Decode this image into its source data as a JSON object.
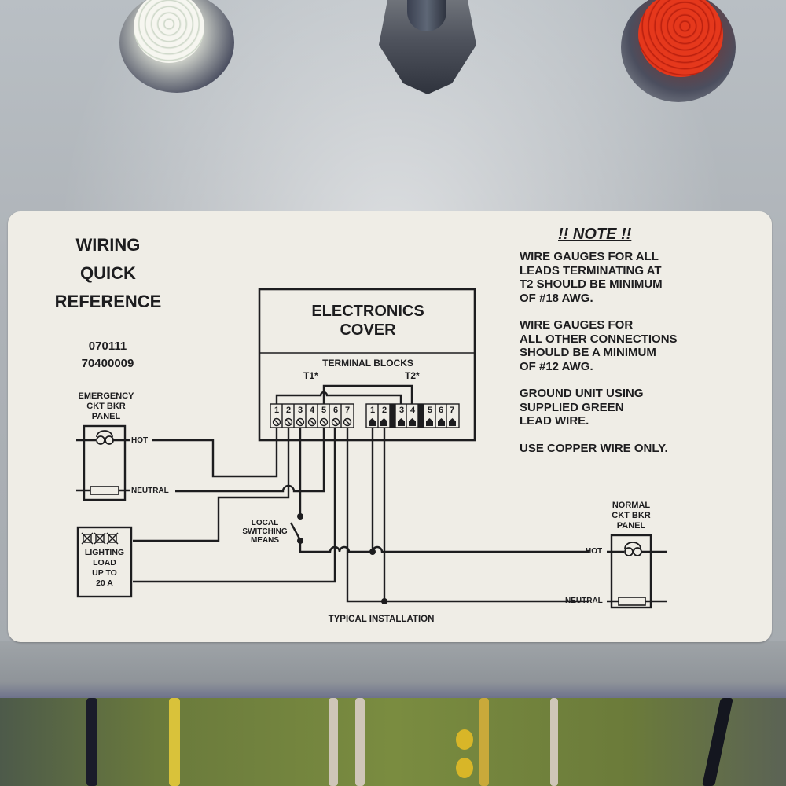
{
  "scene": {
    "indicators": [
      {
        "name": "white-indicator-lamp",
        "color": "#f2f2ea"
      },
      {
        "name": "toggle-knob",
        "color": "#3a4050"
      },
      {
        "name": "red-indicator-lamp",
        "color": "#e5381c"
      }
    ]
  },
  "label": {
    "title_lines": [
      "WIRING",
      "QUICK",
      "REFERENCE"
    ],
    "codes": [
      "070111",
      "70400009"
    ],
    "note": {
      "title": "!! NOTE !!",
      "blocks": [
        [
          "WIRE  GAUGES FOR ALL",
          "LEADS TERMINATING AT",
          "T2 SHOULD BE MINIMUM",
          "OF #18 AWG."
        ],
        [
          "WIRE GAUGES FOR",
          "ALL OTHER CONNECTIONS",
          "SHOULD BE A MINIMUM",
          "OF #12 AWG."
        ],
        [
          "GROUND UNIT USING",
          "SUPPLIED GREEN",
          "LEAD WIRE."
        ],
        [
          "USE COPPER WIRE ONLY."
        ]
      ]
    },
    "electronics_cover": {
      "title_lines": [
        "ELECTRONICS",
        "COVER"
      ],
      "terminal_blocks_label": "TERMINAL BLOCKS",
      "t1_label": "T1*",
      "t2_label": "T2*",
      "t1_terminals": [
        "1",
        "2",
        "3",
        "4",
        "5",
        "6",
        "7"
      ],
      "t2_terminals": [
        "1",
        "2",
        "3",
        "4",
        "5",
        "6",
        "7"
      ]
    },
    "emergency_panel": {
      "title_lines": [
        "EMERGENCY",
        "CKT BKR",
        "PANEL"
      ],
      "hot_label": "HOT",
      "neutral_label": "NEUTRAL"
    },
    "normal_panel": {
      "title_lines": [
        "NORMAL",
        "CKT BKR",
        "PANEL"
      ],
      "hot_label": "HOT",
      "neutral_label": "NEUTRAL"
    },
    "lighting_load": {
      "lines": [
        "LIGHTING",
        "LOAD",
        "UP TO",
        "20 A"
      ]
    },
    "local_switch": {
      "lines": [
        "LOCAL",
        "SWITCHING",
        "MEANS"
      ]
    },
    "caption": "TYPICAL INSTALLATION"
  },
  "colors": {
    "label_bg": "#efede6",
    "ink": "#1d1d1f",
    "metal": "#b2b7bc",
    "lamp_red": "#e5381c"
  }
}
